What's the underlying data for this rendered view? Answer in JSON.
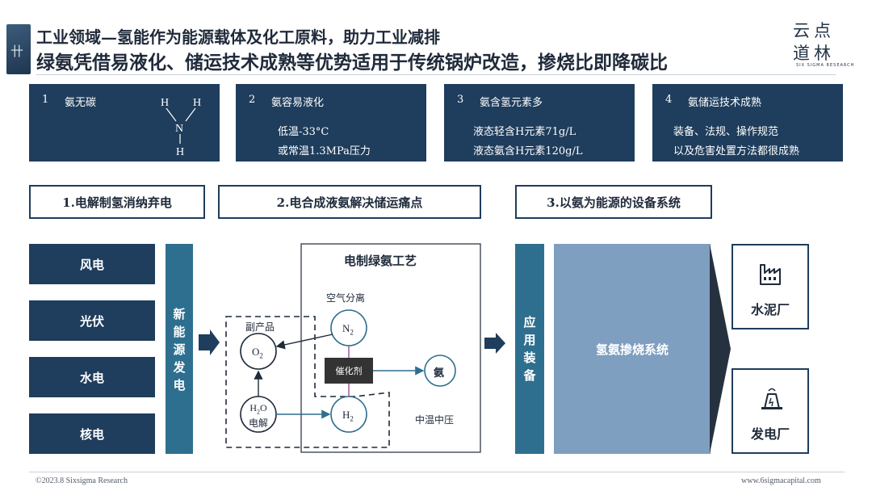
{
  "header": {
    "logo_char": "卄",
    "title_line1": "工业领域—氢能作为能源载体及化工原料，助力工业减排",
    "title_line2": "绿氨凭借易液化、储运技术成熟等优势适用于传统锅炉改造，掺烧比即降碳比"
  },
  "brand": {
    "line1": "云点",
    "line2": "道林",
    "sub": "SIX SIGMA RESEARCH"
  },
  "cards": [
    {
      "num": "1",
      "title": "氨无碳",
      "molecule": {
        "h_left": "H",
        "h_right": "H",
        "n": "N",
        "h_bottom": "H"
      }
    },
    {
      "num": "2",
      "title": "氨容易液化",
      "line1": "低温-33°C",
      "line2": "或常温1.3MPa压力"
    },
    {
      "num": "3",
      "title": "氨含氢元素多",
      "line1": "液态轻含H元素71g/L",
      "line2": "液态氨含H元素120g/L"
    },
    {
      "num": "4",
      "title": "氨储运技术成熟",
      "line1": "装备、法规、操作规范",
      "line2": "以及危害处置方法都很成熟"
    }
  ],
  "stages": [
    "1.电解制氢消纳弃电",
    "2.电合成液氨解决储运痛点",
    "3.以氨为能源的设备系统"
  ],
  "sources": [
    "风电",
    "光伏",
    "水电",
    "核电"
  ],
  "new_energy": [
    "新",
    "能",
    "源",
    "发",
    "电"
  ],
  "process": {
    "title": "电制绿氨工艺",
    "air_sep": "空气分离",
    "byproduct": "副产品",
    "n2": "N",
    "n2_sub": "2",
    "o2": "O",
    "o2_sub": "2",
    "h2o_h": "H",
    "h2o_sub": "2",
    "h2o_o": "O",
    "h2o_line2": "电解",
    "h2": "H",
    "h2_sub": "2",
    "catalyst": "催化剂",
    "ammonia": "氨",
    "conditions": "中温中压"
  },
  "application": [
    "应",
    "用",
    "装",
    "备"
  ],
  "system_label": "氢氨掺烧系统",
  "outputs": [
    {
      "label": "水泥厂",
      "icon": "factory-icon"
    },
    {
      "label": "发电厂",
      "icon": "power-plant-icon"
    }
  ],
  "footer": {
    "copyright": "©2023.8 Sixsigma Research",
    "url": "www.6sigmacapital.com"
  },
  "colors": {
    "navy": "#1f3d5c",
    "steel_blue": "#7f9fc0",
    "teal": "#2e6f8f",
    "catalyst": "#333333"
  }
}
